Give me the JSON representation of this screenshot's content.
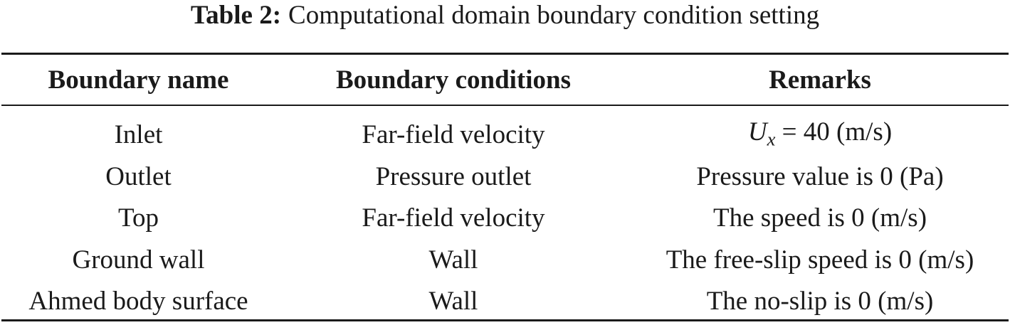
{
  "caption": {
    "label": "Table 2:",
    "text": "Computational domain boundary condition setting"
  },
  "table": {
    "headers": [
      "Boundary name",
      "Boundary conditions",
      "Remarks"
    ],
    "rows": [
      {
        "name": "Inlet",
        "condition": "Far-field velocity",
        "remark": {
          "variable": "U",
          "subscript": "x",
          "rest": " = 40 (m/s)"
        }
      },
      {
        "name": "Outlet",
        "condition": "Pressure outlet",
        "remark": "Pressure value is 0 (Pa)"
      },
      {
        "name": "Top",
        "condition": "Far-field velocity",
        "remark": "The speed is 0 (m/s)"
      },
      {
        "name": "Ground wall",
        "condition": "Wall",
        "remark": "The free-slip speed is 0 (m/s)"
      },
      {
        "name": "Ahmed body surface",
        "condition": "Wall",
        "remark": "The no-slip is 0 (m/s)"
      }
    ]
  }
}
